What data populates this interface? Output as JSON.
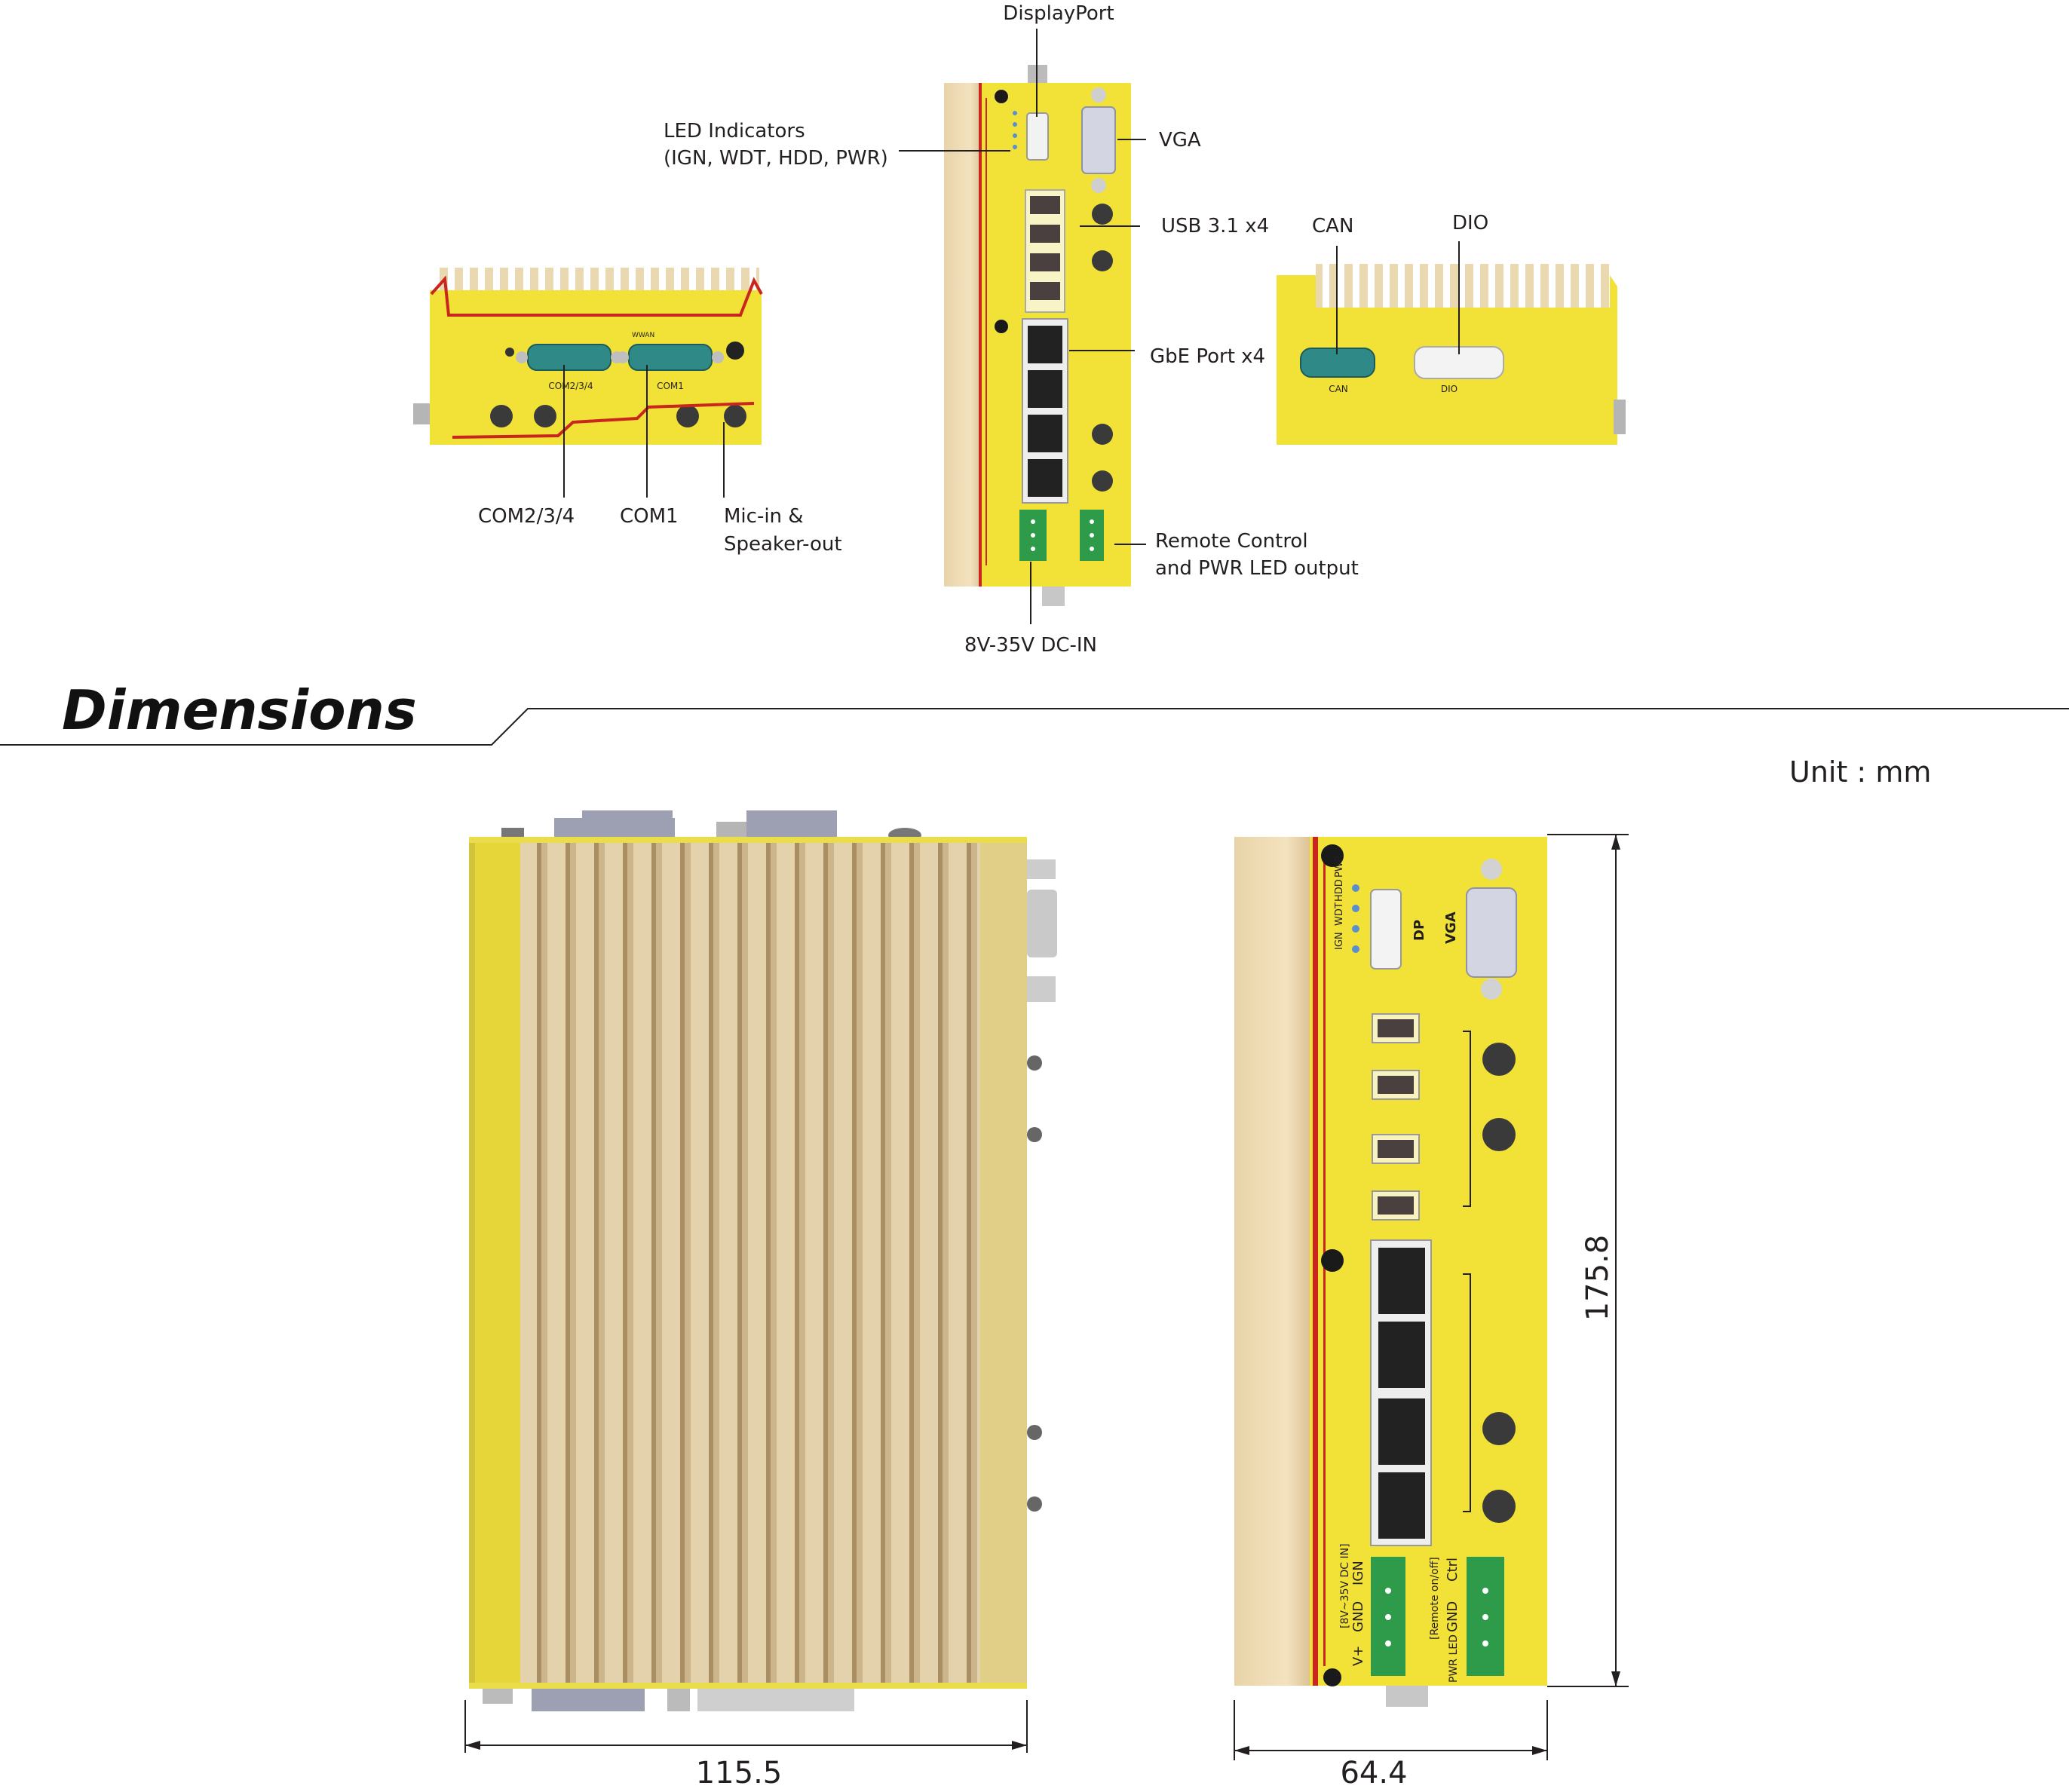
{
  "section_title": "Dimensions",
  "unit_label": "Unit : mm",
  "callouts": {
    "displayport": "DisplayPort",
    "led_line1": "LED Indicators",
    "led_line2": "(IGN, WDT, HDD, PWR)",
    "vga": "VGA",
    "usb": "USB 3.1 x4",
    "can": "CAN",
    "dio": "DIO",
    "gbe": "GbE Port x4",
    "com234": "COM2/3/4",
    "com1": "COM1",
    "mic_line1": "Mic-in &",
    "mic_line2": "Speaker-out",
    "remote_line1": "Remote Control",
    "remote_line2": "and PWR LED output",
    "dcin": "8V-35V DC-IN"
  },
  "device_labels": {
    "com234": "COM2/3/4",
    "com1": "COM1",
    "can": "CAN",
    "dio": "DIO",
    "dp": "DP",
    "vga": "VGA",
    "led_names": [
      "IGN",
      "WDT",
      "HDD",
      "PWR"
    ],
    "dc_in": "[8V~35V DC IN]",
    "remote": "[Remote on/off]",
    "ign": "IGN",
    "gnd": "GND",
    "vplus": "V+",
    "ctrl": "Ctrl",
    "pwr_led": "PWR LED",
    "wwan": "WWAN"
  },
  "dimensions": {
    "width": "115.5",
    "depth": "64.4",
    "height": "175.8"
  },
  "colors": {
    "chassis_yellow": "#f2e136",
    "heatsink_tan": "#d9c49a",
    "red_stripe": "#c8261f",
    "port_green": "#2e9b4a",
    "com_teal": "#2f8a87",
    "text": "#231f20"
  }
}
